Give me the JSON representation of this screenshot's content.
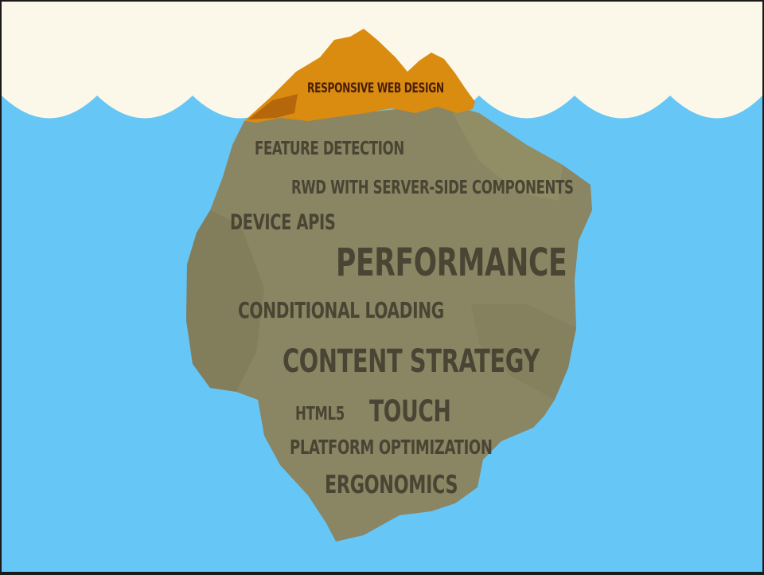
{
  "diagram": {
    "tip_label": "RESPONSIVE WEB DESIGN",
    "labels": {
      "feature_detection": "FEATURE DETECTION",
      "rwd_server_side": "RWD WITH SERVER-SIDE COMPONENTS",
      "device_apis": "DEVICE APIS",
      "performance": "PERFORMANCE",
      "conditional_loading": "CONDITIONAL LOADING",
      "content_strategy": "CONTENT STRATEGY",
      "html5": "HTML5",
      "touch": "TOUCH",
      "platform_optimization": "PLATFORM OPTIMIZATION",
      "ergonomics": "ERGONOMICS"
    }
  },
  "colors": {
    "sky": "#fbf8ea",
    "water": "#66c7f7",
    "iceberg_underwater": "#8a8563",
    "iceberg_tip": "#d98c10",
    "text_dark": "#4a4434"
  }
}
